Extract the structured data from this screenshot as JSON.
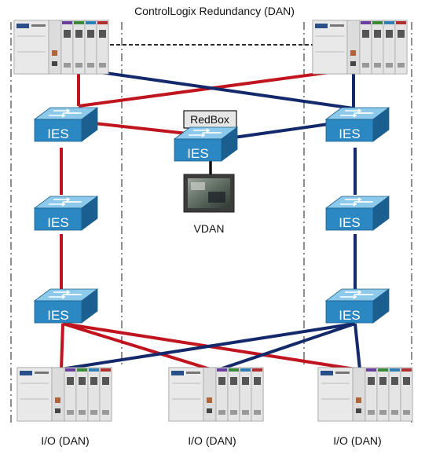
{
  "title": "ControlLogix Redundancy (DAN)",
  "switch_label": "IES",
  "redbox_label": "RedBox",
  "hmi_label": "VDAN",
  "io_labels": [
    "I/O (DAN)",
    "I/O (DAN)",
    "I/O (DAN)"
  ],
  "colors": {
    "network_a": "#c0141e",
    "network_b": "#13296b",
    "switch_top": "#8dc9ea",
    "switch_front": "#2c88c2",
    "switch_side": "#1a5f8f"
  }
}
